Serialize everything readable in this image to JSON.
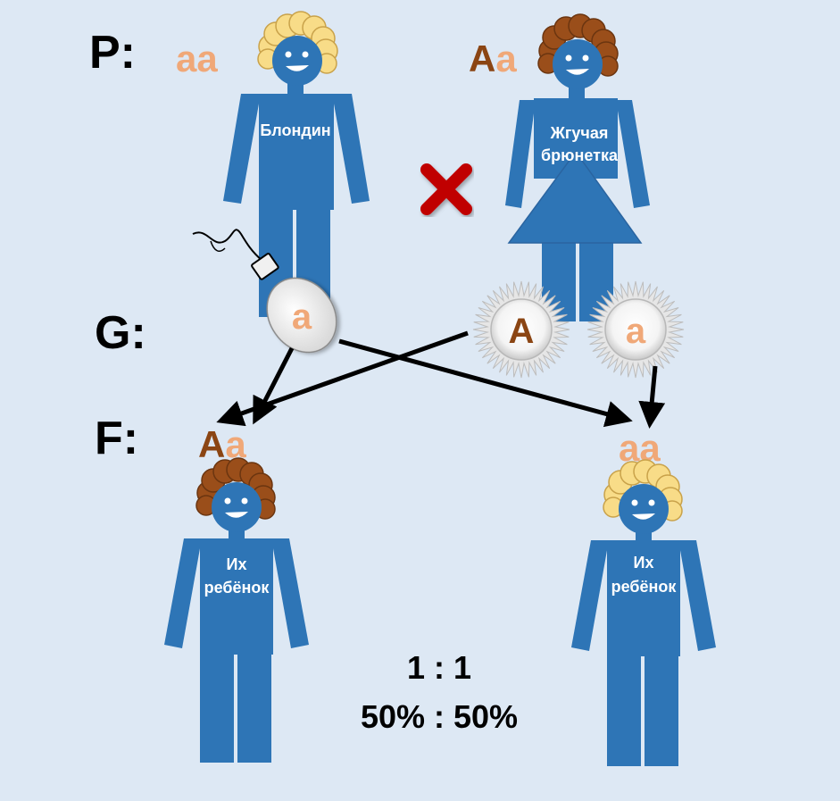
{
  "labels": {
    "p": "P:",
    "g": "G:",
    "f": "F:"
  },
  "parents": {
    "father": {
      "genotype": "aa",
      "caption": "Блондин"
    },
    "mother": {
      "genotype": "Aa",
      "caption_line1": "Жгучая",
      "caption_line2": "брюнетка"
    }
  },
  "gametes": {
    "sperm": "a",
    "egg1": "A",
    "egg2": "a"
  },
  "offspring": {
    "left": {
      "genotype": "Aa",
      "caption_line1": "Их",
      "caption_line2": "ребёнок"
    },
    "right": {
      "genotype": "aa",
      "caption_line1": "Их",
      "caption_line2": "ребёнок"
    }
  },
  "ratio": {
    "line1": "1 : 1",
    "line2": "50% : 50%"
  },
  "colors": {
    "background": "#dde8f4",
    "body": "#2e75b6",
    "blond_hair": "#f8dc88",
    "dark_hair": "#9a4e1a",
    "recessive_letter": "#f0a878",
    "dominant_letter": "#8b4513",
    "cross": "#c00000"
  },
  "icons": {
    "cross": "cross-icon",
    "sperm": "sperm-icon",
    "egg": "egg-icon",
    "arrow": "arrow-icon"
  }
}
